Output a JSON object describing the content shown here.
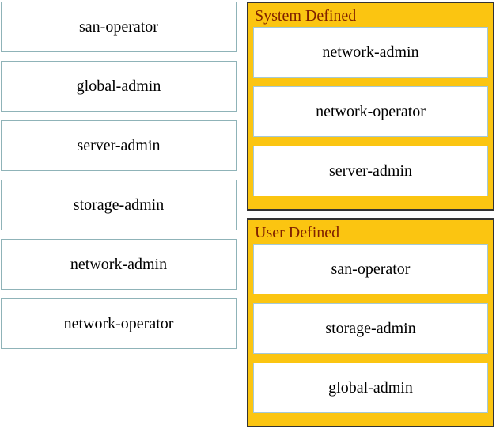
{
  "colors": {
    "panel_gold": "#FBC511",
    "panel_border": "#333333",
    "panel_title_text": "#7F2100",
    "item_border_left": "#8FB3B8",
    "item_border_panel": "#A5C9D6",
    "item_text": "#000000",
    "item_background": "#FFFFFF",
    "page_background": "#FFFFFF"
  },
  "source_items": [
    {
      "label": "san-operator"
    },
    {
      "label": "global-admin"
    },
    {
      "label": "server-admin"
    },
    {
      "label": "storage-admin"
    },
    {
      "label": "network-admin"
    },
    {
      "label": "network-operator"
    }
  ],
  "target_panels": [
    {
      "title": "System Defined",
      "items": [
        {
          "label": "network-admin"
        },
        {
          "label": "network-operator"
        },
        {
          "label": "server-admin"
        }
      ]
    },
    {
      "title": "User Defined",
      "items": [
        {
          "label": "san-operator"
        },
        {
          "label": "storage-admin"
        },
        {
          "label": "global-admin"
        }
      ]
    }
  ]
}
